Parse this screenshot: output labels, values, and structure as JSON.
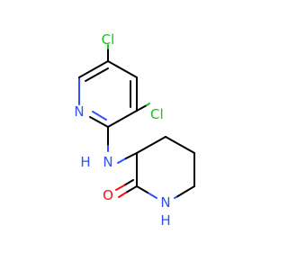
{
  "molecule": {
    "atoms": {
      "cl_top": "Cl",
      "cl_right": "Cl",
      "n_pyridine": "N",
      "nh_amine_n": "N",
      "nh_amine_h": "H",
      "o_carbonyl": "O",
      "n_lactam_n": "N",
      "n_lactam_h": "H"
    },
    "colors": {
      "carbon": "#000000",
      "nitrogen": "#3050f8",
      "oxygen": "#ff0d0d",
      "chlorine": "#1fbf1f"
    }
  }
}
